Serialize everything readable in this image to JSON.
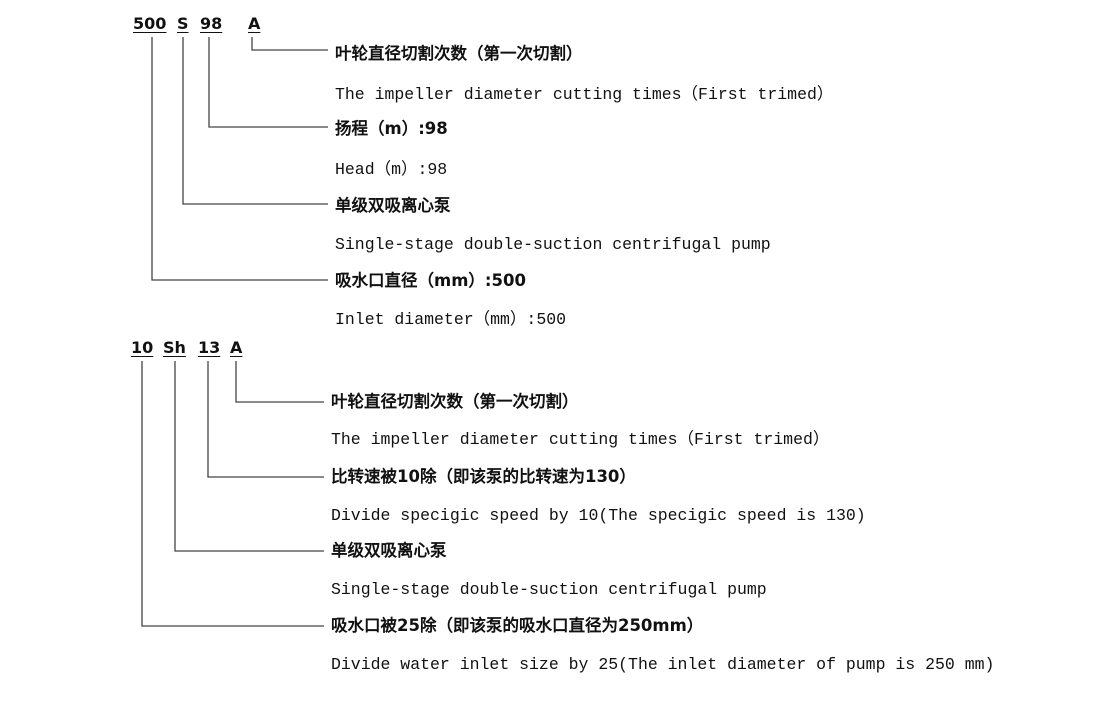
{
  "block1": {
    "codes": [
      "500",
      "S",
      "98",
      "A"
    ],
    "items": [
      {
        "cn": "叶轮直径切割次数（第一次切割）",
        "en": "The impeller diameter cutting times（First trimed）"
      },
      {
        "cn": "扬程（m）:98",
        "en": "Head（m）:98"
      },
      {
        "cn": "单级双吸离心泵",
        "en": "Single-stage double-suction centrifugal pump"
      },
      {
        "cn": "吸水口直径（mm）:500",
        "en": "Inlet diameter（mm）:500"
      }
    ]
  },
  "block2": {
    "codes": [
      "10",
      "Sh",
      "13",
      "A"
    ],
    "items": [
      {
        "cn": "叶轮直径切割次数（第一次切割）",
        "en": "The impeller diameter cutting times（First trimed）"
      },
      {
        "cn": "比转速被10除（即该泵的比转速为130）",
        "en": "Divide specigic speed by 10(The specigic speed is 130)"
      },
      {
        "cn": "单级双吸离心泵",
        "en": "Single-stage double-suction centrifugal pump"
      },
      {
        "cn": "吸水口被25除（即该泵的吸水口直径为250mm）",
        "en": "Divide water inlet size by 25(The inlet diameter of pump is 250 mm)"
      }
    ]
  }
}
